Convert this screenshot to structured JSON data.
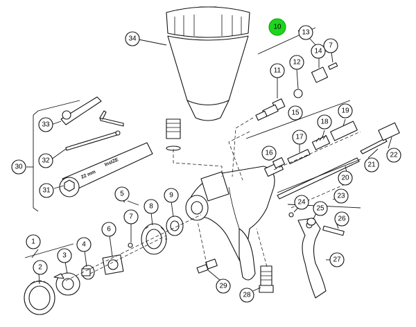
{
  "parts": [
    {
      "id": "1",
      "n": "1"
    },
    {
      "id": "2",
      "n": "2"
    },
    {
      "id": "3",
      "n": "3"
    },
    {
      "id": "4",
      "n": "4"
    },
    {
      "id": "5",
      "n": "5"
    },
    {
      "id": "6",
      "n": "6"
    },
    {
      "id": "7a",
      "n": "7"
    },
    {
      "id": "7b",
      "n": "7"
    },
    {
      "id": "8",
      "n": "8"
    },
    {
      "id": "9",
      "n": "9"
    },
    {
      "id": "10",
      "n": "10"
    },
    {
      "id": "11",
      "n": "11"
    },
    {
      "id": "12",
      "n": "12"
    },
    {
      "id": "13",
      "n": "13"
    },
    {
      "id": "14",
      "n": "14"
    },
    {
      "id": "15",
      "n": "15"
    },
    {
      "id": "16",
      "n": "16"
    },
    {
      "id": "17",
      "n": "17"
    },
    {
      "id": "18",
      "n": "18"
    },
    {
      "id": "19",
      "n": "19"
    },
    {
      "id": "20",
      "n": "20"
    },
    {
      "id": "21",
      "n": "21"
    },
    {
      "id": "22",
      "n": "22"
    },
    {
      "id": "23",
      "n": "23"
    },
    {
      "id": "24",
      "n": "24"
    },
    {
      "id": "25",
      "n": "25"
    },
    {
      "id": "26",
      "n": "26"
    },
    {
      "id": "27",
      "n": "27"
    },
    {
      "id": "28",
      "n": "28"
    },
    {
      "id": "29",
      "n": "29"
    },
    {
      "id": "30",
      "n": "30"
    },
    {
      "id": "31",
      "n": "31"
    },
    {
      "id": "32",
      "n": "32"
    },
    {
      "id": "33",
      "n": "33"
    },
    {
      "id": "34",
      "n": "34"
    }
  ],
  "highlight_color": "#1fd41f",
  "wrench_text": "InsIZE",
  "wrench_size": "22 mm"
}
